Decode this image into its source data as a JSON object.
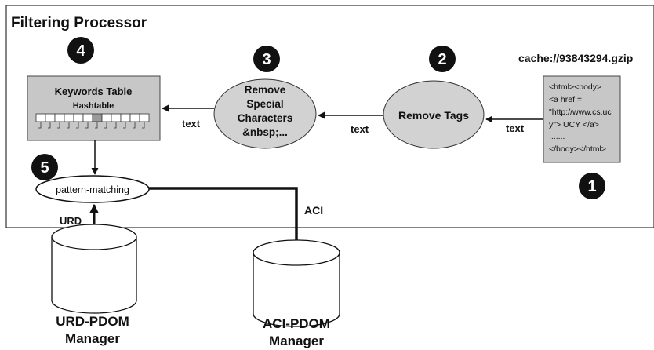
{
  "processor": {
    "title": "Filtering Processor"
  },
  "steps": {
    "one": "1",
    "two": "2",
    "three": "3",
    "four": "4",
    "five": "5"
  },
  "source": {
    "label": "cache://93843294.gzip",
    "lines": [
      "<html><body>",
      "<a href =",
      "\"http://www.cs.uc",
      "y\"> UCY </a>",
      ".......",
      "</body></html>"
    ]
  },
  "nodes": {
    "remove_tags": "Remove Tags",
    "remove_special": [
      "Remove",
      "Special",
      "Characters",
      "&nbsp;..."
    ],
    "keywords_title": "Keywords Table",
    "hashtable": "Hashtable",
    "pattern_matching": "pattern-matching"
  },
  "edges": {
    "text_1": "text",
    "text_2": "text",
    "text_3": "text",
    "urd": "URD",
    "aci": "ACI"
  },
  "databases": {
    "urd": [
      "URD-PDOM",
      "Manager"
    ],
    "aci": [
      "ACI-PDOM",
      "Manager"
    ]
  },
  "colors": {
    "panel_fill": "#c7c7c7",
    "ellipse_fill": "#d2d2d2",
    "hash_cell_highlight": "#9a9a9a",
    "stroke": "#111111"
  }
}
